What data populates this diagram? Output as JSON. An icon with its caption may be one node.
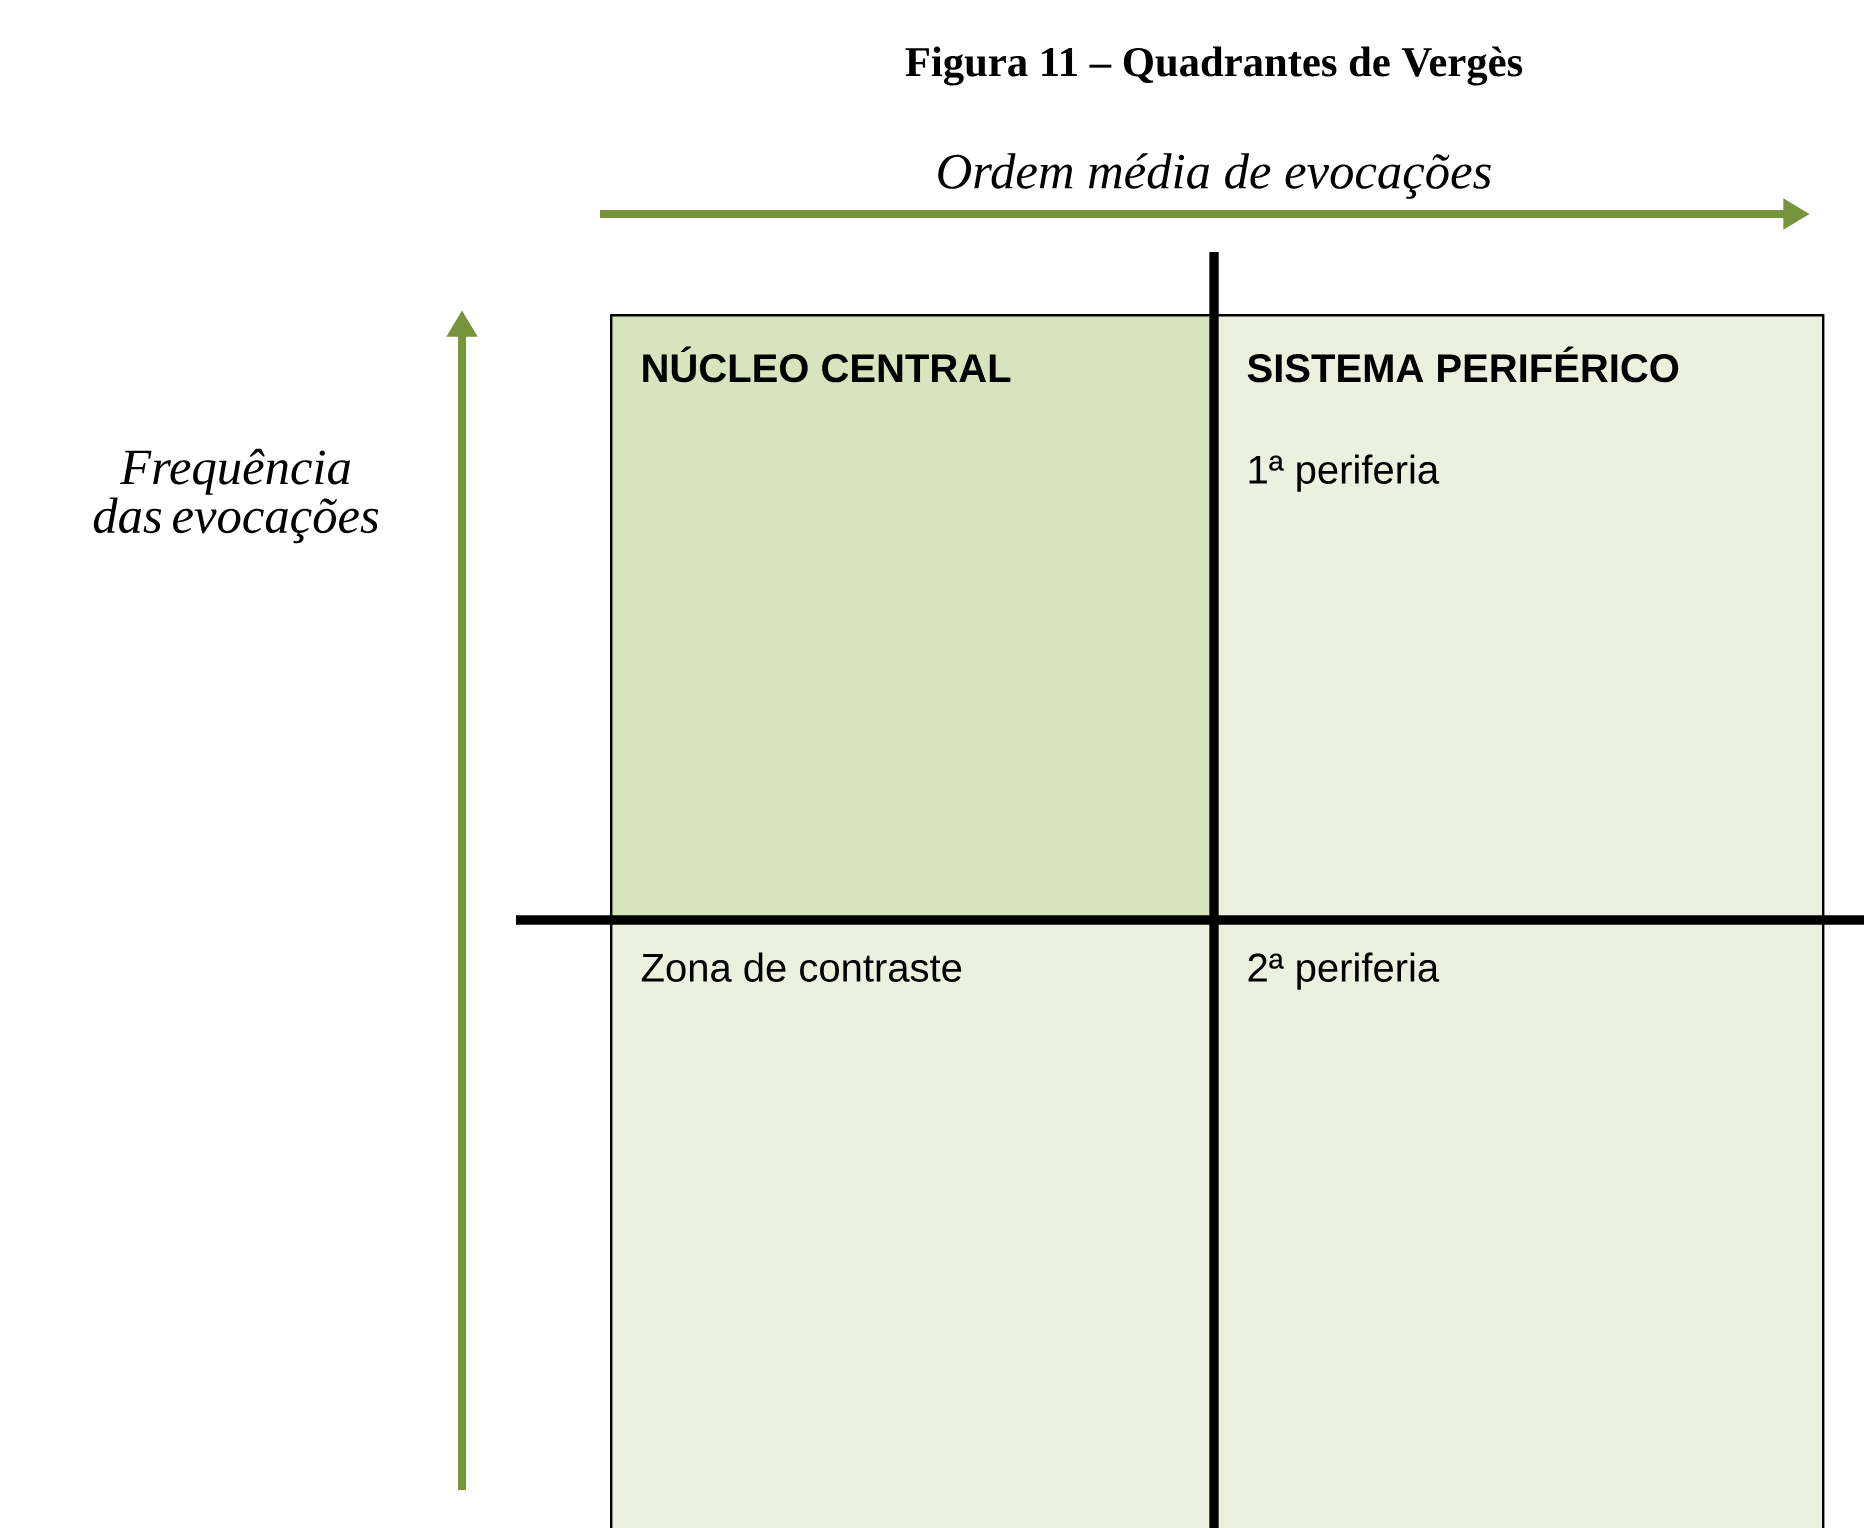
{
  "diagram": {
    "title": "Figura 11 – Quadrantes de Vergès",
    "nodes": [
      {
        "text": [
          "NÚCLEO CENTRAL"
        ]
      },
      {
        "text": [
          "SISTEMA PERIFÉRICO",
          "1ª periferia"
        ]
      },
      {
        "text": [
          "Zona de contraste"
        ]
      },
      {
        "text": [
          "2ª periferia"
        ]
      }
    ],
    "labels": [
      "Ordem média de evocações",
      "Frequência das evocações"
    ]
  }
}
